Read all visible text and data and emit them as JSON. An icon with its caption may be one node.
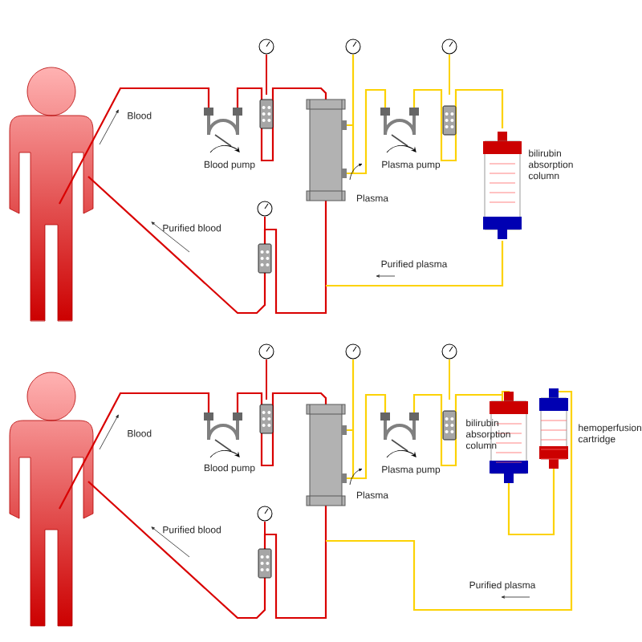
{
  "diagram": {
    "labels": [
      "Blood",
      "Blood pump",
      "Plasma pump",
      "Plasma",
      "bilirubin absorption column",
      "Purified blood",
      "Purified plasma",
      "Blood",
      "Blood pump",
      "Plasma pump",
      "Plasma",
      "bilirubin absorption column",
      "hemoperfusion cartridge",
      "Purified blood",
      "Purified plasma"
    ]
  }
}
